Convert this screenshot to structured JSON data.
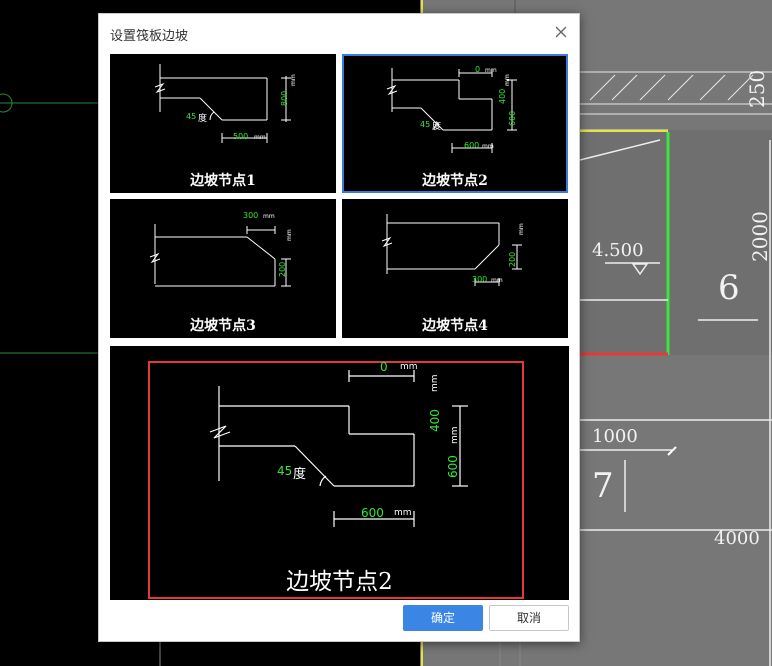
{
  "dialog": {
    "title": "设置筏板边坡",
    "ok_label": "确定",
    "cancel_label": "取消",
    "selected_index": 1
  },
  "tiles": [
    {
      "caption": "边坡节点1",
      "angle": "45",
      "angle_unit": "度",
      "width": "500",
      "height": "800",
      "unit": "mm"
    },
    {
      "caption": "边坡节点2",
      "angle": "45",
      "angle_unit": "度",
      "offset": "0",
      "height_top": "400",
      "height": "600",
      "width": "600",
      "unit": "mm"
    },
    {
      "caption": "边坡节点3",
      "width": "300",
      "height": "200",
      "unit": "mm"
    },
    {
      "caption": "边坡节点4",
      "width": "300",
      "height": "200",
      "unit": "mm"
    }
  ],
  "preview": {
    "caption": "边坡节点2",
    "angle": "45",
    "angle_unit": "度",
    "offset": "0",
    "height_top": "400",
    "height": "600",
    "width": "600",
    "unit": "mm"
  },
  "cad": {
    "labels": [
      "250",
      "2000",
      "4.500",
      "6",
      "1000",
      "7",
      "4000"
    ]
  },
  "colors": {
    "accent": "#3b86e5",
    "selection_border": "#3a7bd5",
    "preview_highlight": "#e53935",
    "dimension_green": "#35e635"
  }
}
